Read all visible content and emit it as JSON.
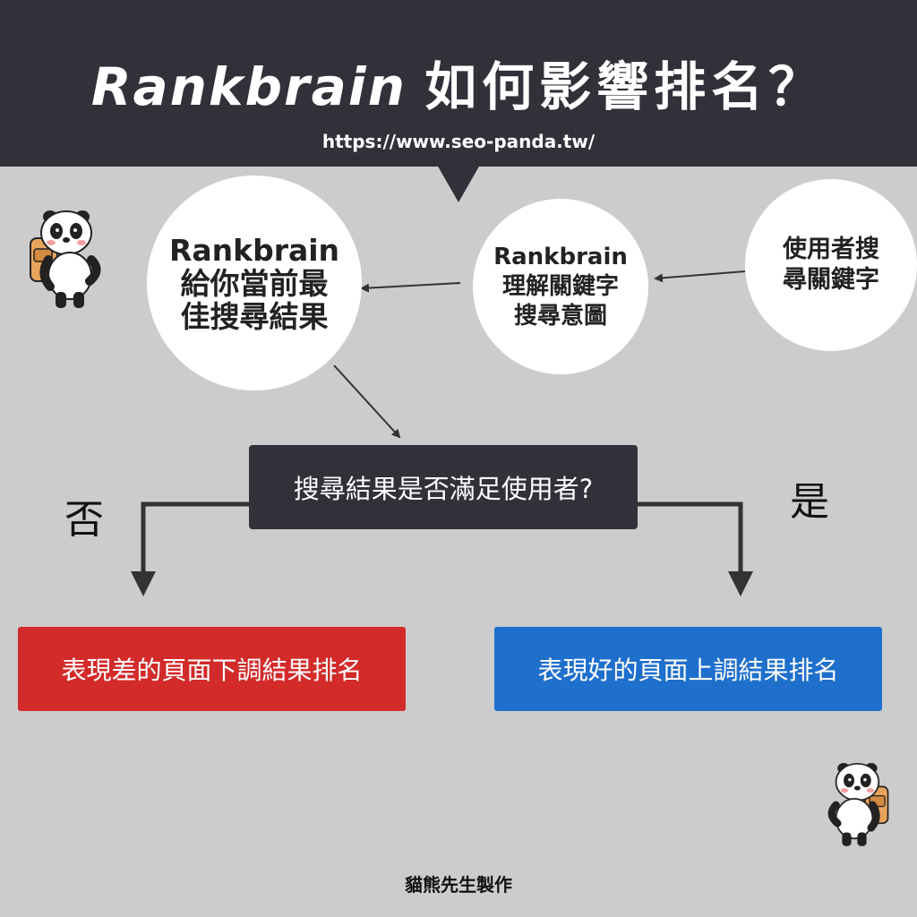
{
  "header": {
    "title_en": "Rankbrain",
    "title_zh": "如何影響排名？",
    "url": "https://www.seo-panda.tw/"
  },
  "nodes": {
    "user_search": [
      "使用者搜",
      "尋關鍵字"
    ],
    "understand_intent": [
      "Rankbrain",
      "理解關鍵字",
      "搜尋意圖"
    ],
    "best_results": [
      "Rankbrain",
      "給你當前最",
      "佳搜尋結果"
    ],
    "decision": "搜尋結果是否滿足使用者?"
  },
  "branches": {
    "no": "否",
    "yes": "是"
  },
  "outcomes": {
    "no": "表現差的頁面下調結果排名",
    "yes": "表現好的頁面上調結果排名"
  },
  "credit": "貓熊先生製作",
  "colors": {
    "header_bg": "#32313a",
    "background": "#cccccc",
    "negative": "#d32a2a",
    "positive": "#1f6fcc"
  },
  "icons": [
    "panda-mascot-icon"
  ]
}
